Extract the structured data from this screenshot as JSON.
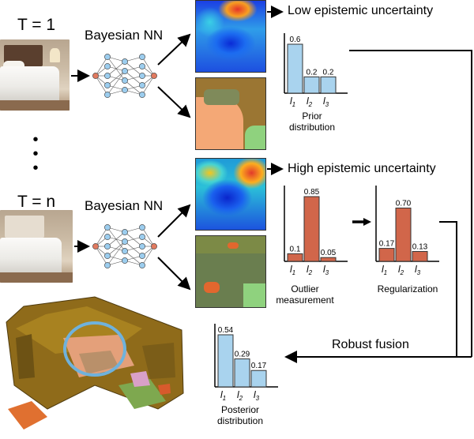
{
  "timesteps": [
    {
      "label": "T = 1",
      "network": "Bayesian NN"
    },
    {
      "label": "T = n",
      "network": "Bayesian NN"
    }
  ],
  "ellipsis": "•\n•\n•",
  "headings": {
    "low": "Low epistemic uncertainty",
    "high": "High epistemic uncertainty",
    "fusion": "Robust fusion"
  },
  "charts": {
    "prior": {
      "caption": "Prior\ndistribution",
      "color": "#a9d3ee",
      "x": [
        "l1",
        "l2",
        "l3"
      ],
      "values": [
        0.6,
        0.2,
        0.2
      ],
      "value_labels": [
        "0.6",
        "0.2",
        "0.2"
      ],
      "ymax": 0.6
    },
    "outlier": {
      "caption": "Outlier\nmeasurement",
      "color": "#d1664a",
      "x": [
        "l1",
        "l2",
        "l3"
      ],
      "values": [
        0.1,
        0.85,
        0.05
      ],
      "value_labels": [
        "0.1",
        "0.85",
        "0.05"
      ],
      "ymax": 0.85
    },
    "regularized": {
      "caption": "Regularization",
      "color": "#d1664a",
      "x": [
        "l1",
        "l2",
        "l3"
      ],
      "values": [
        0.17,
        0.7,
        0.13
      ],
      "value_labels": [
        "0.17",
        "0.70",
        "0.13"
      ],
      "ymax": 0.85
    },
    "posterior": {
      "caption": "Posterior\ndistribution",
      "color": "#a9d3ee",
      "x": [
        "l1",
        "l2",
        "l3"
      ],
      "values": [
        0.54,
        0.29,
        0.17
      ],
      "value_labels": [
        "0.54",
        "0.29",
        "0.17"
      ],
      "ymax": 0.54
    }
  },
  "chart_data": [
    {
      "type": "bar",
      "categories": [
        "l1",
        "l2",
        "l3"
      ],
      "values": [
        0.6,
        0.2,
        0.2
      ],
      "title": "",
      "xlabel": "Prior distribution",
      "ylabel": "",
      "ylim": [
        0,
        0.6
      ]
    },
    {
      "type": "bar",
      "categories": [
        "l1",
        "l2",
        "l3"
      ],
      "values": [
        0.1,
        0.85,
        0.05
      ],
      "title": "",
      "xlabel": "Outlier measurement",
      "ylabel": "",
      "ylim": [
        0,
        0.85
      ]
    },
    {
      "type": "bar",
      "categories": [
        "l1",
        "l2",
        "l3"
      ],
      "values": [
        0.17,
        0.7,
        0.13
      ],
      "title": "",
      "xlabel": "Regularization",
      "ylabel": "",
      "ylim": [
        0,
        0.85
      ]
    },
    {
      "type": "bar",
      "categories": [
        "l1",
        "l2",
        "l3"
      ],
      "values": [
        0.54,
        0.29,
        0.17
      ],
      "title": "",
      "xlabel": "Posterior distribution",
      "ylabel": "",
      "ylim": [
        0,
        0.54
      ]
    }
  ],
  "colors": {
    "bar_blue": "#a9d3ee",
    "bar_red": "#d1664a",
    "highlight_ring": "#6fb2dc",
    "arrow": "#000000"
  }
}
